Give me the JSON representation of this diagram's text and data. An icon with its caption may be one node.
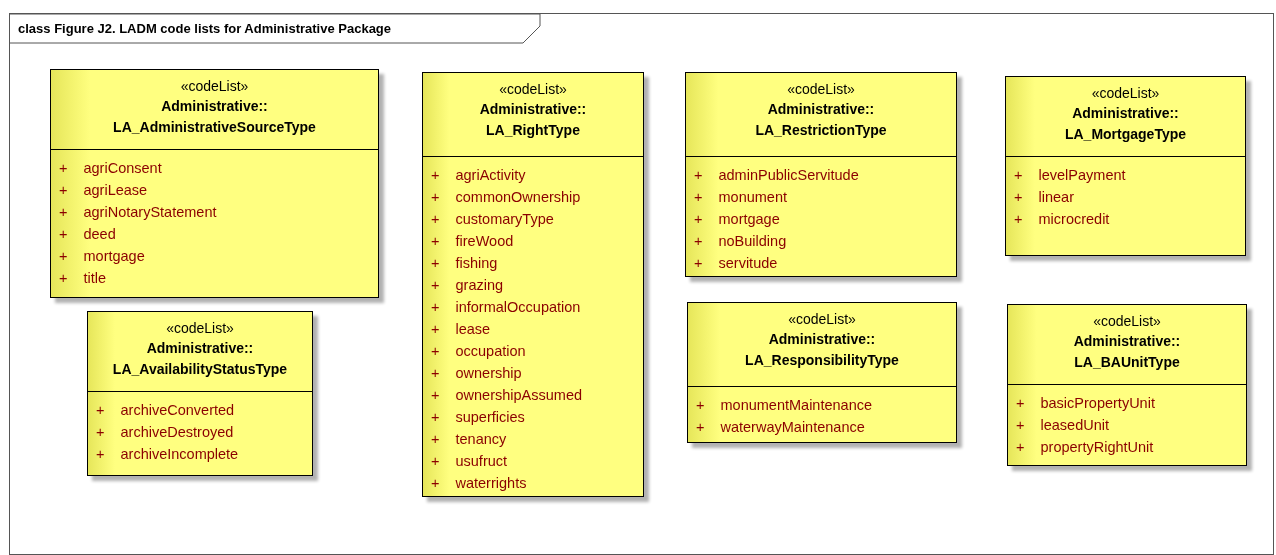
{
  "diagram": {
    "nodes": [
      {
        "text": [
          "class Figure J2. LADM code lists for Administrative Package"
        ]
      },
      {
        "text": [
          "«codeList»",
          "Administrative:: LA_AdministrativeSourceType",
          "+ agriConsent",
          "+ agriLease",
          "+ agriNotaryStatement",
          "+ deed",
          "+ mortgage",
          "+ title"
        ],
        "in": 0
      },
      {
        "text": [
          "«codeList»",
          "Administrative:: LA_AvailabilityStatusType",
          "+ archiveConverted",
          "+ archiveDestroyed",
          "+ archiveIncomplete"
        ],
        "in": 0
      },
      {
        "text": [
          "«codeList»",
          "Administrative:: LA_RightType",
          "+ agriActivity",
          "+ commonOwnership",
          "+ customaryType",
          "+ fireWood",
          "+ fishing",
          "+ grazing",
          "+ informalOccupation",
          "+ lease",
          "+ occupation",
          "+ ownership",
          "+ ownershipAssumed",
          "+ superficies",
          "+ tenancy",
          "+ usufruct",
          "+ waterrights"
        ],
        "in": 0
      },
      {
        "text": [
          "«codeList»",
          "Administrative:: LA_RestrictionType",
          "+ adminPublicServitude",
          "+ monument",
          "+ mortgage",
          "+ noBuilding",
          "+ servitude"
        ],
        "in": 0
      },
      {
        "text": [
          "«codeList»",
          "Administrative:: LA_ResponsibilityType",
          "+ monumentMaintenance",
          "+ waterwayMaintenance"
        ],
        "in": 0
      },
      {
        "text": [
          "«codeList»",
          "Administrative:: LA_MortgageType",
          "+ levelPayment",
          "+ linear",
          "+ microcredit"
        ],
        "in": 0
      },
      {
        "text": [
          "«codeList»",
          "Administrative:: LA_BAUnitType",
          "+ basicPropertyUnit",
          "+ leasedUnit",
          "+ propertyRightUnit"
        ],
        "in": 0
      }
    ],
    "edges": []
  }
}
